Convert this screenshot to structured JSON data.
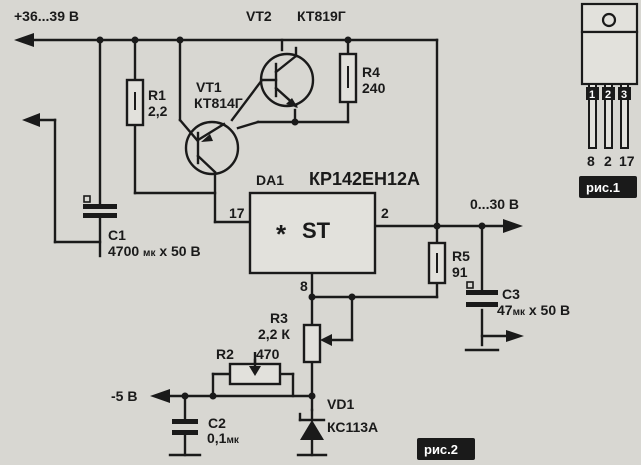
{
  "colors": {
    "ink": "#1a1a1a",
    "paper": "#d8d7d2"
  },
  "labels": {
    "supply_in": "+36...39 В",
    "vt2_name": "VT2",
    "vt2_type": "КТ819Г",
    "vt1_name": "VT1",
    "vt1_type": "КТ814Г",
    "r1_name": "R1",
    "r1_value": "2,2",
    "r4_name": "R4",
    "r4_value": "240",
    "c1_name": "C1",
    "c1_value": "4700",
    "c1_unit": "мк",
    "c1_voltage": "x 50 В",
    "da1_name": "DA1",
    "da1_type": "КР142ЕН12А",
    "ic_marker": "*",
    "ic_st": "ST",
    "pin_17": "17",
    "pin_2": "2",
    "pin_8": "8",
    "output": "0...30 В",
    "r5_name": "R5",
    "r5_value": "91",
    "c3_name": "C3",
    "c3_value": "47",
    "c3_unit": "мк",
    "c3_voltage": "x 50 В",
    "r3_name": "R3",
    "r3_value": "2,2 К",
    "r2_name": "R2",
    "r2_value": "470",
    "neg_in": "-5 В",
    "c2_name": "C2",
    "c2_value": "0,1",
    "c2_unit": "мк",
    "vd1_name": "VD1",
    "vd1_type": "КС113А",
    "fig2": "рис.2"
  },
  "package": {
    "pins": [
      "1",
      "2",
      "3"
    ],
    "pin_map": [
      "8",
      "2",
      "17"
    ],
    "fig1": "рис.1"
  }
}
